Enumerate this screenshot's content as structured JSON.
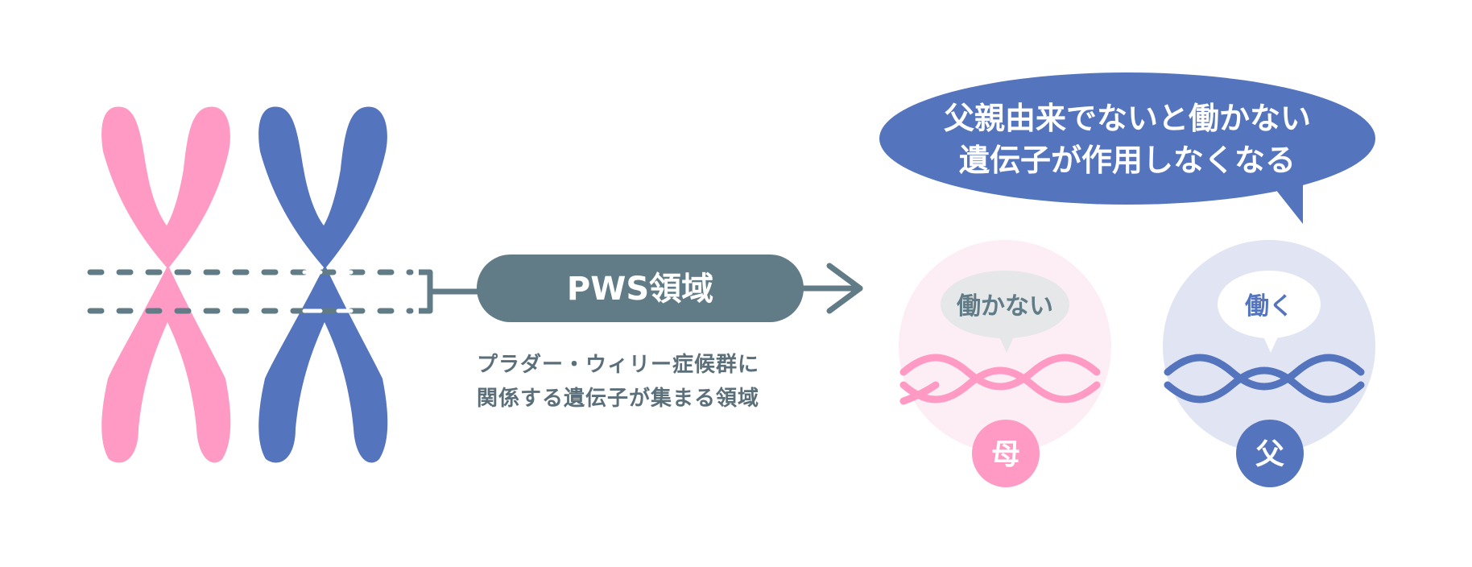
{
  "region_label": "PWS領域",
  "caption": {
    "line1": "プラダー・ウィリー症候群に",
    "line2": "関係する遺伝子が集まる領域"
  },
  "speech_main": {
    "line1": "父親由来でないと働かない",
    "line2": "遺伝子が作用しなくなる"
  },
  "maternal": {
    "bubble": "働かない",
    "badge": "母"
  },
  "paternal": {
    "bubble": "働く",
    "badge": "父"
  },
  "colors": {
    "pink": "#fe9ac4",
    "blue": "#5474be",
    "slate": "#617c87",
    "pink_bg": "#fdeef5",
    "blue_bg": "#e0e4f3",
    "gray_bubble": "#e5e7e8",
    "white": "#ffffff"
  }
}
